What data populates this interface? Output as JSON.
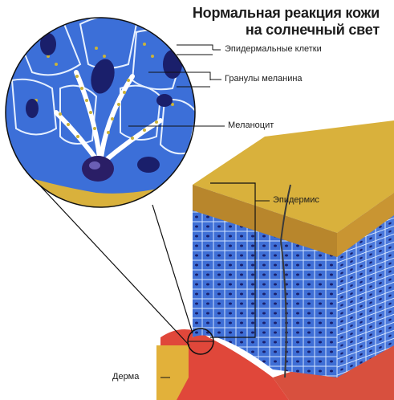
{
  "title": {
    "line1": "Нормальная реакция кожи",
    "line2": "на солнечный свет"
  },
  "labels": {
    "epidermal_cells": "Эпидермальные клетки",
    "melanin_granules": "Гранулы меланина",
    "melanocyte": "Меланоцит",
    "epidermis": "Эпидермис",
    "dermis": "Дерма"
  },
  "colors": {
    "skin_surface": "#d9b13c",
    "epidermis_blue": "#3f6fd6",
    "cell_outline": "#cfe2ff",
    "nucleus": "#1a1f6b",
    "melanin": "#c9b33a",
    "dermis": "#e0473a"
  }
}
